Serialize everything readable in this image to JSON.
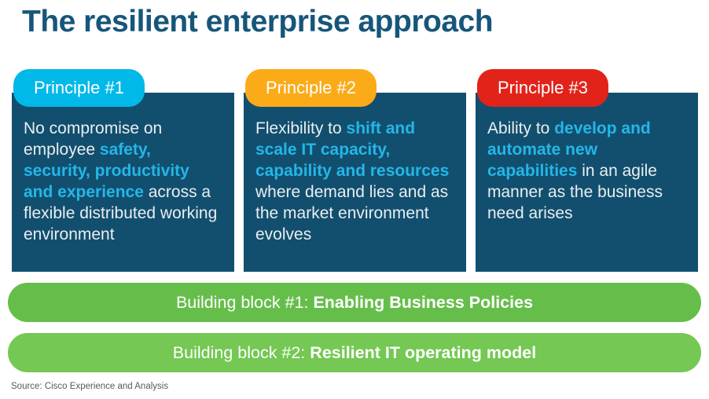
{
  "title": "The resilient enterprise approach",
  "colors": {
    "title": "#16567A",
    "card_background": "#124F6E",
    "card_text": "#E9EEF2",
    "highlight_text": "#24B6E8",
    "pill_text": "#FFFFFF",
    "bar_text": "#FFFFFF"
  },
  "principles": [
    {
      "label": "Principle #1",
      "pill_color": "#00B9E8",
      "text_segments": [
        {
          "text": "No compromise on employee ",
          "highlight": false
        },
        {
          "text": "safety, security, productivity and experience",
          "highlight": true
        },
        {
          "text": " across a flexible distributed working environment",
          "highlight": false
        }
      ]
    },
    {
      "label": "Principle #2",
      "pill_color": "#FBAB18",
      "text_segments": [
        {
          "text": "Flexibility to ",
          "highlight": false
        },
        {
          "text": "shift and scale IT capacity, capability and resources",
          "highlight": true
        },
        {
          "text": " where demand lies and as the market environment evolves",
          "highlight": false
        }
      ]
    },
    {
      "label": "Principle #3",
      "pill_color": "#E2231A",
      "text_segments": [
        {
          "text": "Ability to ",
          "highlight": false
        },
        {
          "text": "develop and automate new capabilities",
          "highlight": true
        },
        {
          "text": " in an agile manner as the business need arises",
          "highlight": false
        }
      ]
    }
  ],
  "building_blocks": [
    {
      "prefix": "Building block #1: ",
      "emphasis": "Enabling Business Policies",
      "color": "#66BE4A"
    },
    {
      "prefix": "Building block #2: ",
      "emphasis": "Resilient IT operating model",
      "color": "#74C853"
    }
  ],
  "source": "Source: Cisco Experience and Analysis"
}
